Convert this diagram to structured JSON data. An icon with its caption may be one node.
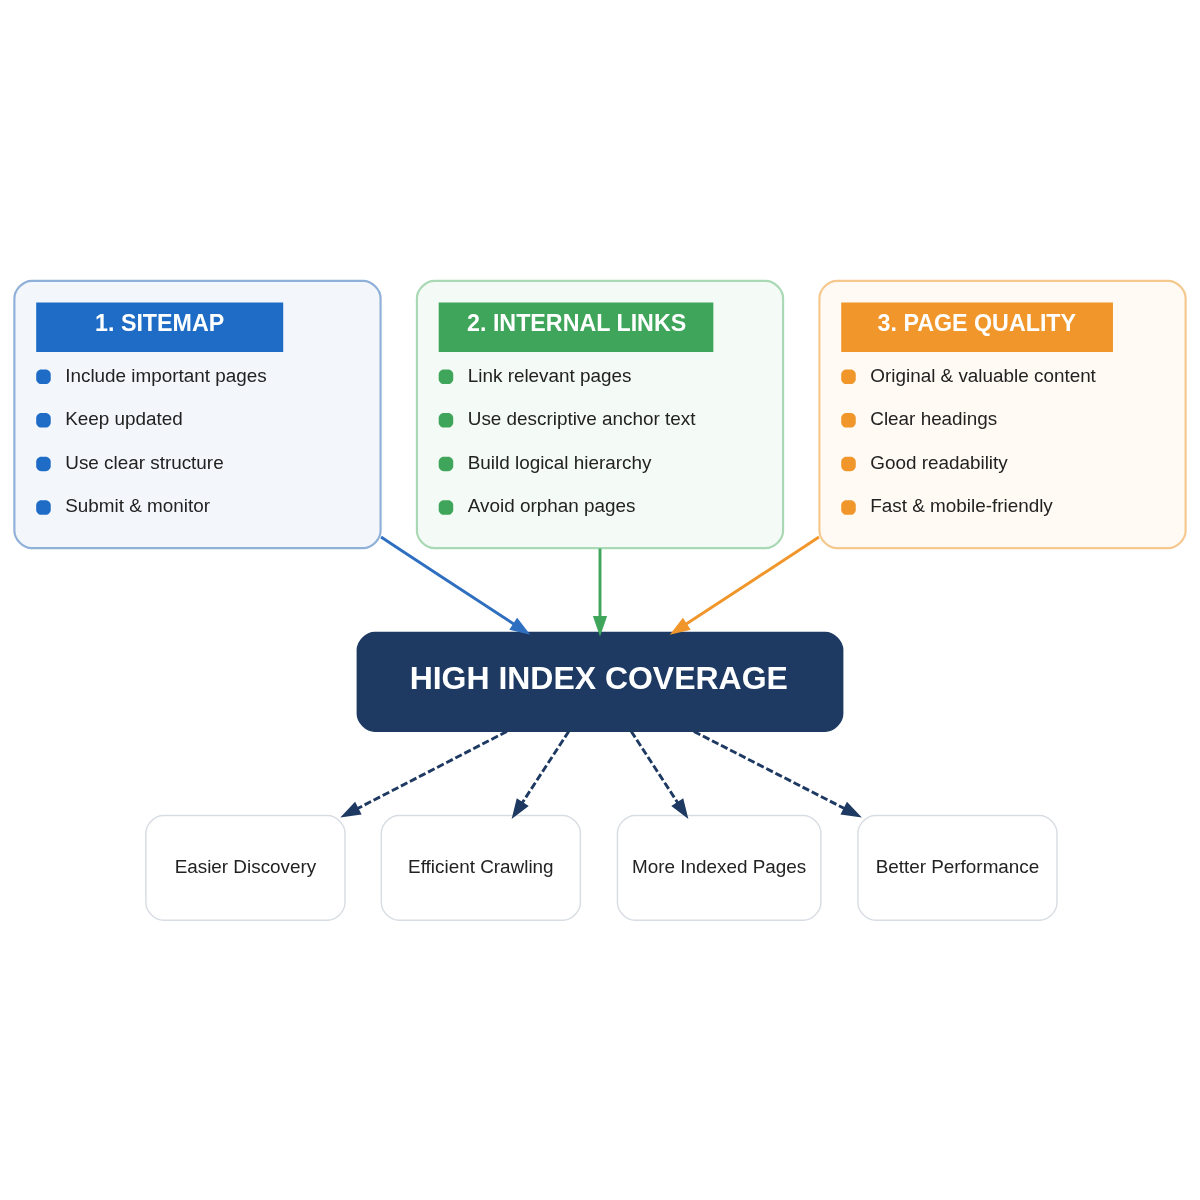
{
  "diagram": {
    "nodes": [
      {
        "text": [
          "1. SITEMAP",
          "Include important pages",
          "Keep updated",
          "Use clear structure",
          "Submit & monitor"
        ]
      },
      {
        "text": [
          "2. INTERNAL LINKS",
          "Link relevant pages",
          "Use descriptive anchor text",
          "Build logical hierarchy",
          "Avoid orphan pages"
        ]
      },
      {
        "text": [
          "3. PAGE QUALITY",
          "Original & valuable content",
          "Clear headings",
          "Good readability",
          "Fast & mobile-friendly"
        ]
      },
      {
        "text": [
          "HIGH INDEX COVERAGE"
        ]
      },
      {
        "text": [
          "Easier Discovery"
        ]
      },
      {
        "text": [
          "Efficient Crawling"
        ]
      },
      {
        "text": [
          "More Indexed Pages"
        ]
      },
      {
        "text": [
          "Better Performance"
        ]
      }
    ],
    "edges": [
      {
        "from": 0,
        "to": 3,
        "arrow": "to",
        "color": "#2f6fc0"
      },
      {
        "from": 1,
        "to": 3,
        "arrow": "to",
        "color": "#3fa55a"
      },
      {
        "from": 2,
        "to": 3,
        "arrow": "to",
        "color": "#f0962a"
      },
      {
        "from": 3,
        "to": 4,
        "arrow": "to",
        "style": "dashed"
      },
      {
        "from": 3,
        "to": 5,
        "arrow": "to",
        "style": "dashed"
      },
      {
        "from": 3,
        "to": 6,
        "arrow": "to",
        "style": "dashed"
      },
      {
        "from": 3,
        "to": 7,
        "arrow": "to",
        "style": "dashed"
      }
    ]
  }
}
